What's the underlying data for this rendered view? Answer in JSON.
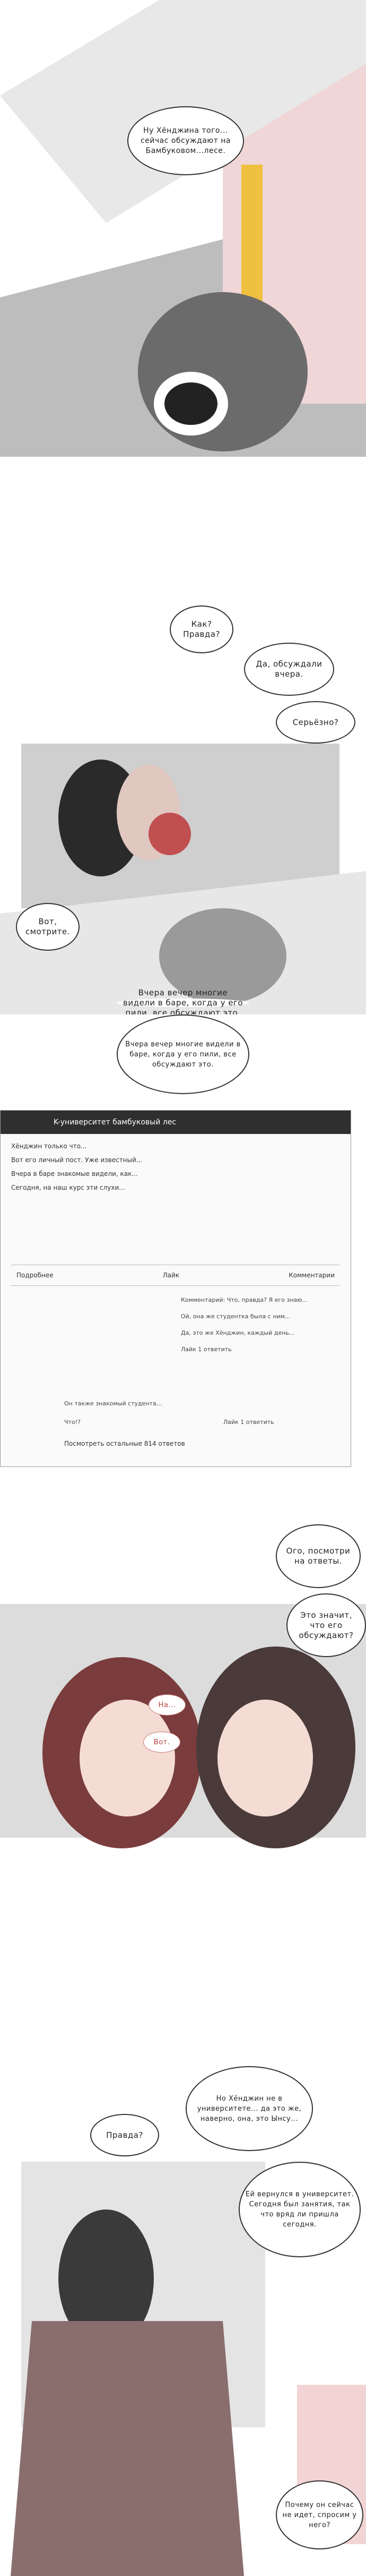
{
  "panel1": {
    "bubble_1": "Ну Хёнджина того... сейчас обсуждают на Бамбуковом...лесе."
  },
  "panel2": {
    "bubble_a": "Как? Правда?",
    "bubble_b": "Да, обсуждали вчера.",
    "bubble_c": "Серьёзно?",
    "bubble_d": "Вот, смотрите.",
    "bubble_e": "Вчера вечер многие видели в баре, когда у его пили, все обсуждают это."
  },
  "forum": {
    "header": "K-университет бамбуковый лес",
    "post_lines": [
      "Хёнджин только что...",
      "Вот его личный пост. Уже известный...",
      "Вчера в баре знакомые видели, как...",
      "Сегодня, на наш курс эти слухи..."
    ],
    "label_left": "Подробнее",
    "like_label": "Лайк",
    "comments_label": "Комментарии",
    "comments": [
      "Комментарий: Что, правда? Я его знаю...",
      "Ой, она же студентка была с ним...",
      "Да, это же Хёнджин, каждый день...",
      "Он также знакомый студента...",
      "Что!?"
    ],
    "reply_1": "Лайк 1 ответить",
    "reply_2": "Лайк 1 ответить",
    "see_all": "Посмотреть остальные 814 ответов"
  },
  "panel3": {
    "bubble_a": "Ого, посмотри на ответы.",
    "bubble_b": "Это значит, что его обсуждают?",
    "bubble_c": "На...",
    "bubble_d": "Вот."
  },
  "panel4": {
    "bubble_a": "Правда?",
    "bubble_b": "Но Хёнджин не в университете... да это же, наверно, она, это Ынсу...",
    "bubble_c": "Ей вернулся в университет. Сегодня был занятия, так что вряд ли пришла сегодня.",
    "bubble_d": "Почему он сейчас не идет, спросим у него?"
  }
}
